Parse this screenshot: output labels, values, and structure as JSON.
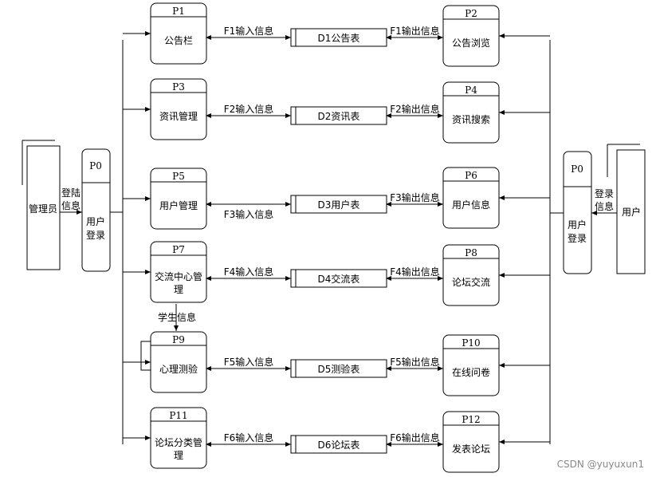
{
  "admin": {
    "label": "管理员",
    "flow": "登陆信息"
  },
  "user": {
    "label": "用户",
    "flow": "登录信息"
  },
  "login_left": {
    "id": "P0",
    "name": "用户登录"
  },
  "login_right": {
    "id": "P0",
    "name": "用户登录"
  },
  "rows": [
    {
      "left": {
        "id": "P1",
        "name": "公告栏"
      },
      "in_flow": "F1输入信息",
      "store": "D1公告表",
      "out_flow": "F1输出信息",
      "right": {
        "id": "P2",
        "name": "公告浏览"
      }
    },
    {
      "left": {
        "id": "P3",
        "name": "资讯管理"
      },
      "in_flow": "F2输入信息",
      "store": "D2资讯表",
      "out_flow": "F2输出信息",
      "right": {
        "id": "P4",
        "name": "资讯搜索"
      }
    },
    {
      "left": {
        "id": "P5",
        "name": "用户管理"
      },
      "in_flow": "F3输入信息",
      "store": "D3用户表",
      "out_flow": "F3输出信息",
      "right": {
        "id": "P6",
        "name": "用户信息"
      }
    },
    {
      "left": {
        "id": "P7",
        "name": "交流中心管理"
      },
      "in_flow": "F4输入信息",
      "store": "D4交流表",
      "out_flow": "F4输出信息",
      "right": {
        "id": "P8",
        "name": "论坛交流"
      }
    },
    {
      "left": {
        "id": "P9",
        "name": "心理测验"
      },
      "in_flow": "F5输入信息",
      "store": "D5测验表",
      "out_flow": "F5输出信息",
      "right": {
        "id": "P10",
        "name": "在线问卷"
      }
    },
    {
      "left": {
        "id": "P11",
        "name": "论坛分类管理"
      },
      "in_flow": "F6输入信息",
      "store": "D6论坛表",
      "out_flow": "F6输出信息",
      "right": {
        "id": "P12",
        "name": "发表论坛"
      }
    }
  ],
  "student_flow": "学生信息",
  "watermark": "CSDN @yuyuxun1"
}
